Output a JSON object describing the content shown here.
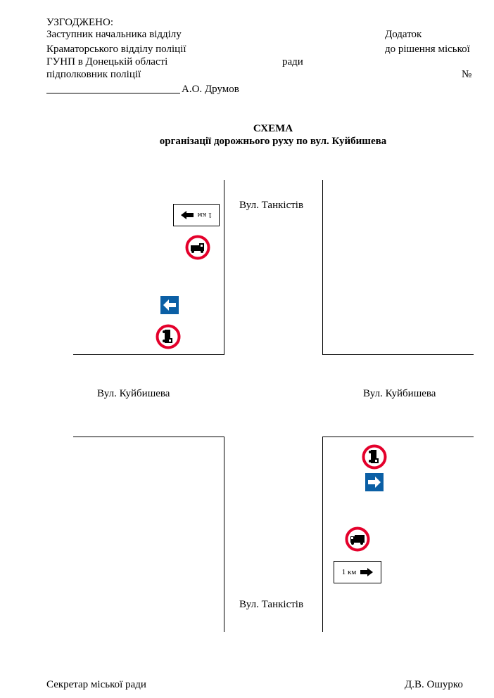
{
  "approval": {
    "heading": "УЗГОДЖЕНО:",
    "line1": "Заступник начальника відділу",
    "line2": "Краматорського відділу поліції",
    "line3": "ГУНП в Донецькій області",
    "line4": "підполковник поліції",
    "signer": "А.О. Друмов"
  },
  "appendix": {
    "line1": "Додаток",
    "line2": "до рішення міської",
    "line3": "ради",
    "number": "№"
  },
  "title": {
    "main": "СХЕМА",
    "sub": "організації дорожнього руху по вул. Куйбишева"
  },
  "streets": {
    "top": "Вул. Танкістів",
    "bottom": "Вул. Танкістів",
    "left": "Вул. Куйбишева",
    "right": "Вул. Куйбишева"
  },
  "plates": {
    "top_left": "1 км",
    "bottom_right": "1 км"
  },
  "footer": {
    "left": "Секретар міської ради",
    "right": "Д.В. Ошурко"
  },
  "icons": {
    "no_trucks": "no-trucks-sign-icon",
    "detour_left": "detour-left-arrow-icon",
    "detour_right": "detour-right-arrow-icon",
    "distance_plate": "distance-plate-icon"
  },
  "colors": {
    "prohibition_red": "#e4002b",
    "info_blue": "#0b5fa5"
  }
}
